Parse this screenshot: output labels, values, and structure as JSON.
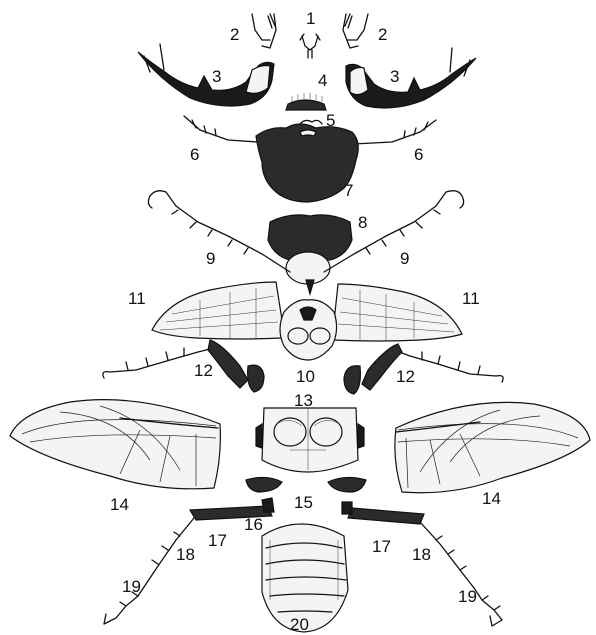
{
  "labels": {
    "l1": "1",
    "l2a": "2",
    "l2b": "2",
    "l3a": "3",
    "l3b": "3",
    "l4": "4",
    "l5": "5",
    "l6a": "6",
    "l6b": "6",
    "l7": "7",
    "l8": "8",
    "l9a": "9",
    "l9b": "9",
    "l10": "10",
    "l11a": "11",
    "l11b": "11",
    "l12a": "12",
    "l12b": "12",
    "l13": "13",
    "l14a": "14",
    "l14b": "14",
    "l15": "15",
    "l16": "16",
    "l17a": "17",
    "l17b": "17",
    "l18a": "18",
    "l18b": "18",
    "l19a": "19",
    "l19b": "19",
    "l20": "20"
  }
}
